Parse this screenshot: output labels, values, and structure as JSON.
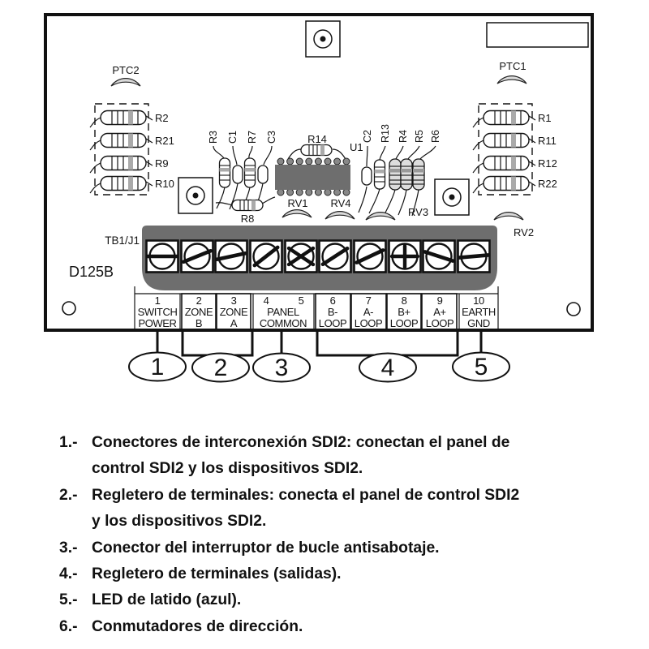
{
  "board": {
    "model_label": "D125B",
    "terminal_block_label": "TB1/J1",
    "ptc_left": "PTC2",
    "ptc_right": "PTC1",
    "left_resistors": [
      "R2",
      "R21",
      "R9",
      "R10"
    ],
    "right_resistors": [
      "R1",
      "R11",
      "R12",
      "R22"
    ],
    "mid_left": [
      "R3",
      "C1",
      "R7",
      "C3"
    ],
    "mid_right": [
      "C2",
      "R13",
      "R4",
      "R5",
      "R6"
    ],
    "r14_label": "R14",
    "ic_label": "U1",
    "r8_label": "R8",
    "rv_labels": [
      "RV1",
      "RV4",
      "RV3",
      "RV2"
    ],
    "terminals": [
      {
        "num": "1",
        "l1": "SWITCH",
        "l2": "POWER"
      },
      {
        "num": "2",
        "l1": "ZONE",
        "l2": "B"
      },
      {
        "num": "3",
        "l1": "ZONE",
        "l2": "A"
      },
      {
        "num": "4",
        "num2": "5",
        "l1": "PANEL",
        "l2": "COMMON"
      },
      {
        "num": "6",
        "l1": "B-",
        "l2": "LOOP"
      },
      {
        "num": "7",
        "l1": "A-",
        "l2": "LOOP"
      },
      {
        "num": "8",
        "l1": "B+",
        "l2": "LOOP"
      },
      {
        "num": "9",
        "l1": "A+",
        "l2": "LOOP"
      },
      {
        "num": "10",
        "l1": "EARTH",
        "l2": "GND"
      }
    ],
    "callouts": [
      "1",
      "2",
      "3",
      "4",
      "5"
    ],
    "colors": {
      "block_gray": "#6e6e6e",
      "component_gray": "#d9d9d9"
    }
  },
  "legend": {
    "items": [
      {
        "num": "1.-",
        "text": "Conectores de interconexión SDI2: conectan el panel de control SDI2 y los dispositivos SDI2."
      },
      {
        "num": "2.-",
        "text": "Regletero de terminales: conecta el panel de control SDI2 y los dispositivos SDI2."
      },
      {
        "num": "3.-",
        "text": "Conector del interruptor de bucle antisabotaje."
      },
      {
        "num": "4.-",
        "text": "Regletero de terminales (salidas)."
      },
      {
        "num": "5.-",
        "text": "LED de latido (azul)."
      },
      {
        "num": "6.-",
        "text": "Conmutadores de dirección."
      }
    ]
  }
}
